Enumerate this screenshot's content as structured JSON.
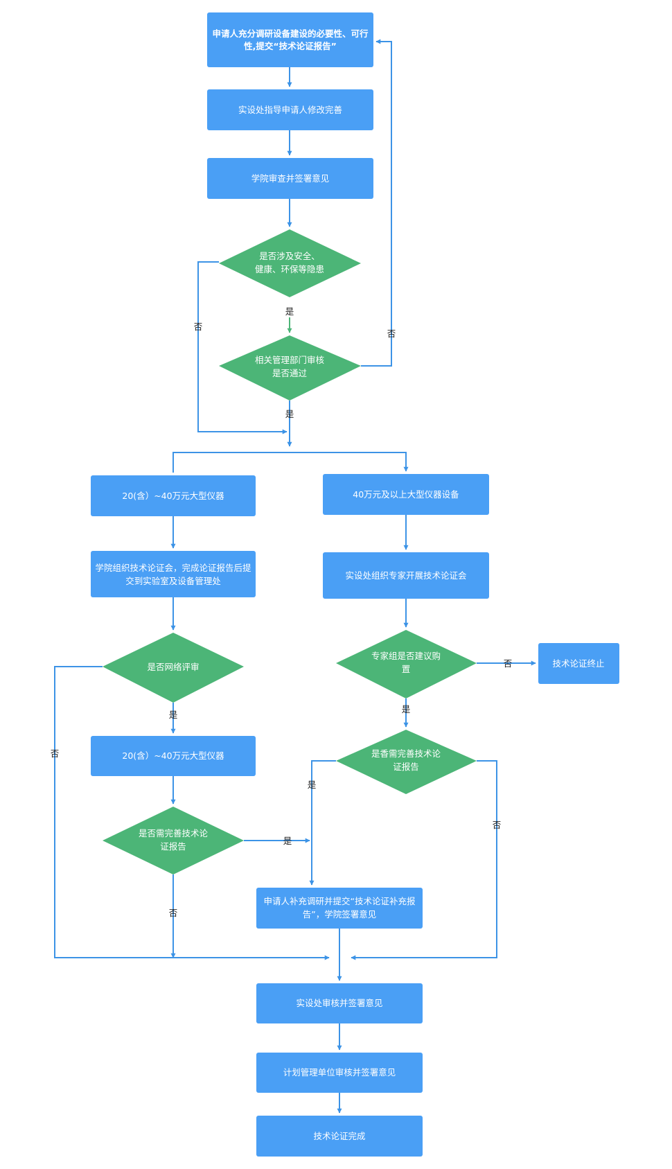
{
  "colors": {
    "process_box": "#4a9ff5",
    "decision_diamond": "#4cb577",
    "connector": "#3c93e6"
  },
  "nodes": {
    "submit_report": [
      "申请人充分调研设备建设的必要性、可行",
      "性,提交“技术论证报告”"
    ],
    "guide_revise": "实设处指导申请人修改完善",
    "college_review": "学院审查并签署意见",
    "safety_check": [
      "是否涉及安全、",
      "健康、环保等隐患"
    ],
    "dept_approval": [
      "相关管理部门审核",
      "是否通过"
    ],
    "range_20_40": "20(含）~40万元大型仪器",
    "range_40_up": "40万元及以上大型仪器设备",
    "college_meeting": [
      "学院组织技术论证会，完成论证报告后提",
      "交到实验室及设备管理处"
    ],
    "office_expert_meeting": "实设处组织专家开展技术论证会",
    "network_review": "是否网络评审",
    "expert_recommend": [
      "专家组是否建议购",
      "置"
    ],
    "terminate": "技术论证终止",
    "range_20_40_b": "20(含）~40万元大型仪器",
    "need_improve_left": [
      "是否需完善技术论",
      "证报告"
    ],
    "need_improve_right": [
      "是香需完善技术论",
      "证报告"
    ],
    "supplement_report": [
      "申请人补充调研并提交“技术论证补充报",
      "告”，学院签署意见"
    ],
    "office_review": "实设处审核并签署意见",
    "plan_unit_review": "计划管理单位审核并签署意见",
    "complete": "技术论证完成"
  },
  "edge_labels": {
    "yes": "是",
    "no": "否"
  }
}
